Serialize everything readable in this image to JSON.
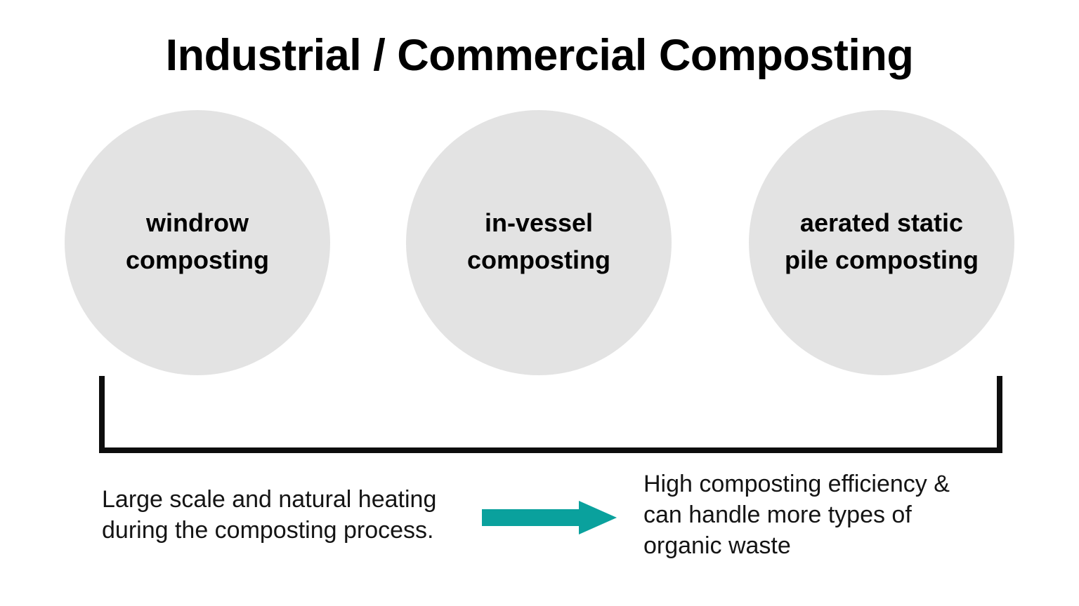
{
  "diagram": {
    "title": "Industrial / Commercial Composting",
    "background_color": "#ffffff",
    "circle_fill_color": "#e3e3e3",
    "bracket_color": "#0d0d0d",
    "arrow_color": "#0aa19d",
    "nodes": [
      {
        "label": "windrow\ncomposting"
      },
      {
        "label": "in-vessel\ncomposting"
      },
      {
        "label": "aerated static\npile composting"
      }
    ],
    "captions": {
      "left": "Large scale and natural heating during the composting process.",
      "right": "High composting efficiency & can handle more types of organic waste"
    },
    "arrow": {
      "icon": "right-arrow-icon",
      "direction": "right"
    }
  }
}
